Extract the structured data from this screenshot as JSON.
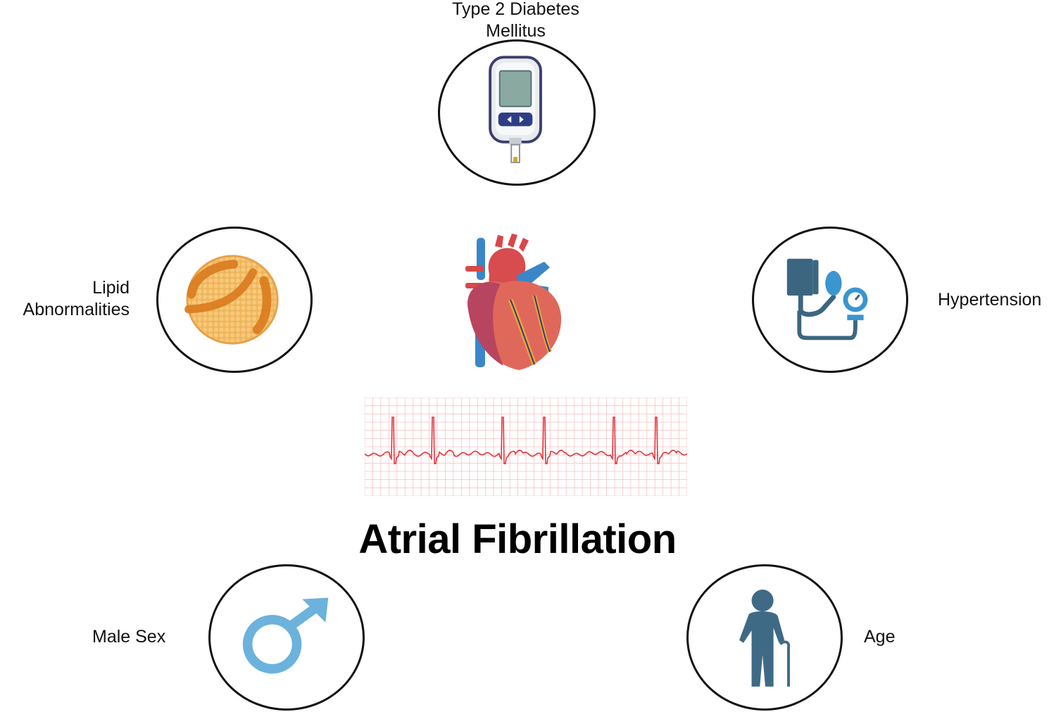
{
  "title": "Atrial Fibrillation",
  "risk_factors": {
    "diabetes": {
      "line1": "Type 2 Diabetes",
      "line2": "Mellitus",
      "icon": "glucometer-icon"
    },
    "lipid": {
      "line1": "Lipid",
      "line2": "Abnormalities",
      "icon": "fat-cell-icon"
    },
    "hypertension": {
      "label": "Hypertension",
      "icon": "blood-pressure-cuff-icon"
    },
    "male_sex": {
      "label": "Male Sex",
      "icon": "male-symbol-icon"
    },
    "age": {
      "label": "Age",
      "icon": "elderly-person-icon"
    }
  },
  "center_icons": [
    "heart-icon",
    "ecg-strip-icon"
  ],
  "colors": {
    "ecg_line": "#e8323c",
    "ecg_grid": "#f6c3c3",
    "fat": "#e8a64b",
    "cuff": "#3c6680",
    "cuff_accent": "#3b95d0",
    "male_symbol": "#6bb2dc",
    "person": "#3f6a86"
  }
}
